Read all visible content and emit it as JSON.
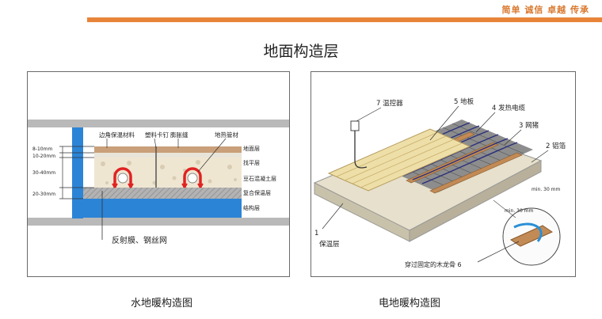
{
  "header": {
    "motto": "简单 诚信 卓越 传承"
  },
  "slide": {
    "title": "地面构造层"
  },
  "water_diagram": {
    "caption": "水地暖构造图",
    "top_labels": [
      "边角保温材料",
      "塑料卡钉",
      "膨胀缝",
      "地热管材"
    ],
    "dimension_labels": [
      "8-10mm",
      "10-20mm",
      "30-40mm",
      "20-30mm"
    ],
    "layer_labels": [
      "地面层",
      "找平层",
      "豆石混凝土层",
      "复合保温层",
      "结构层"
    ],
    "bottom_label": "反射膜、钢丝网"
  },
  "electric_diagram": {
    "caption": "电地暖构造图",
    "labels": {
      "thermostat": "7 温控器",
      "floor": "5 地板",
      "cable": "4 发热电缆",
      "mesh": "3 网猪",
      "foil": "2 铝箔",
      "insulation_num": "1",
      "insulation": "保温层",
      "keel": "穿过固定的木龙骨 6",
      "min1": "min. 30 mm",
      "min2": "min. 30 mm"
    }
  }
}
